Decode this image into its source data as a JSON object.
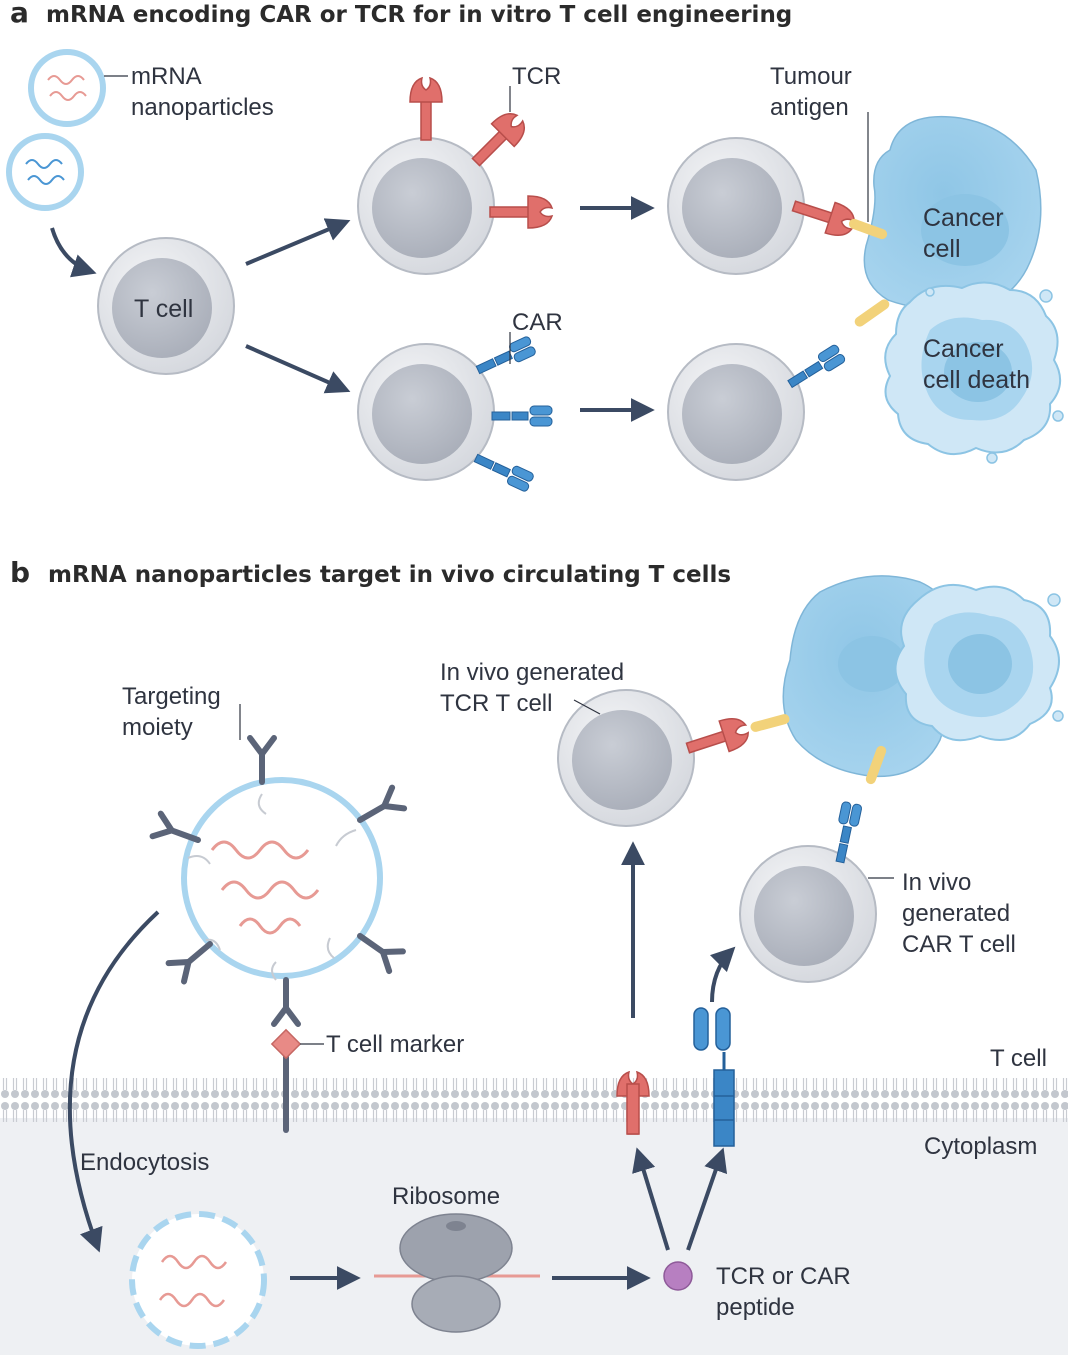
{
  "panel_a": {
    "letter": "a",
    "title": "mRNA encoding CAR or TCR for in vitro T cell engineering",
    "labels": {
      "mrna_line1": "mRNA",
      "mrna_line2": "nanoparticles",
      "tcell": "T cell",
      "tcr": "TCR",
      "car": "CAR",
      "antigen_line1": "Tumour",
      "antigen_line2": "antigen",
      "cancer_line1": "Cancer",
      "cancer_line2": "cell",
      "death_line1": "Cancer",
      "death_line2": "cell death"
    }
  },
  "panel_b": {
    "letter": "b",
    "title": "mRNA nanoparticles target in vivo circulating T cells",
    "labels": {
      "targeting_line1": "Targeting",
      "targeting_line2": "moiety",
      "marker": "T cell marker",
      "tcell": "T cell",
      "cytoplasm": "Cytoplasm",
      "endocytosis": "Endocytosis",
      "ribosome": "Ribosome",
      "peptide_line1": "TCR or CAR",
      "peptide_line2": "peptide",
      "tcr_cell_line1": "In vivo generated",
      "tcr_cell_line2": "TCR T cell",
      "car_cell_line1": "In vivo",
      "car_cell_line2": "generated",
      "car_cell_line3": "CAR T cell"
    }
  },
  "colors": {
    "arrow": "#3b4a63",
    "cell_outer": "#e4e6ea",
    "cell_nucleus": "#b9bec8",
    "tcr": "#e06f6b",
    "car": "#3b86c6",
    "antigen": "#f2d27a",
    "cancer": "#a8d4ee",
    "membrane": "#c7cbd2"
  }
}
